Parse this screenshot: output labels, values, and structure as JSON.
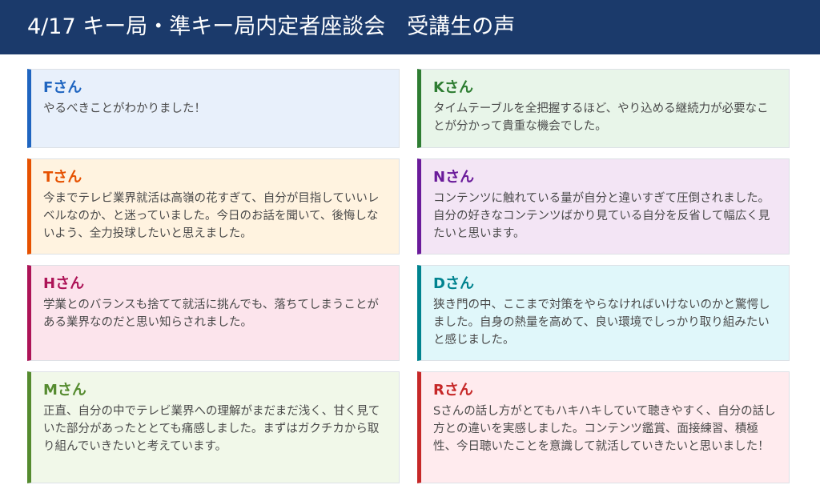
{
  "header": {
    "title": "4/17 キー局・準キー局内定者座談会　受講生の声"
  },
  "cards": [
    {
      "name": "Fさん",
      "text": "やるべきことがわかりました！",
      "accent": "#1f65c0",
      "bg": "#e8f0fb"
    },
    {
      "name": "Kさん",
      "text": "タイムテーブルを全把握するほど、やり込める継続力が必要なことが分かって貴重な機会でした。",
      "accent": "#2e7d32",
      "bg": "#e8f5e9"
    },
    {
      "name": "Tさん",
      "text": "今までテレビ業界就活は高嶺の花すぎて、自分が目指していいレベルなのか、と迷っていました。今日のお話を聞いて、後悔しないよう、全力投球したいと思えました。",
      "accent": "#e65100",
      "bg": "#fff3e0"
    },
    {
      "name": "Nさん",
      "text": "コンテンツに触れている量が自分と違いすぎて圧倒されました。自分の好きなコンテンツばかり見ている自分を反省して幅広く見たいと思います。",
      "accent": "#6a1b9a",
      "bg": "#f3e5f5"
    },
    {
      "name": "Hさん",
      "text": "学業とのバランスも捨てて就活に挑んでも、落ちてしまうことがある業界なのだと思い知らされました。",
      "accent": "#ad1457",
      "bg": "#fce4ec"
    },
    {
      "name": "Dさん",
      "text": "狭き門の中、ここまで対策をやらなければいけないのかと驚愕しました。自身の熱量を高めて、良い環境でしっかり取り組みたいと感じました。",
      "accent": "#00838f",
      "bg": "#e0f7fa"
    },
    {
      "name": "Mさん",
      "text": "正直、自分の中でテレビ業界への理解がまだまだ浅く、甘く見ていた部分があったととても痛感しました。まずはガクチカから取り組んでいきたいと考えています。",
      "accent": "#558b2f",
      "bg": "#f1f8e9"
    },
    {
      "name": "Rさん",
      "text": "Sさんの話し方がとてもハキハキしていて聴きやすく、自分の話し方との違いを実感しました。コンテンツ鑑賞、面接練習、積極性、今日聴いたことを意識して就活していきたいと思いました！",
      "accent": "#c62828",
      "bg": "#ffebee"
    }
  ]
}
